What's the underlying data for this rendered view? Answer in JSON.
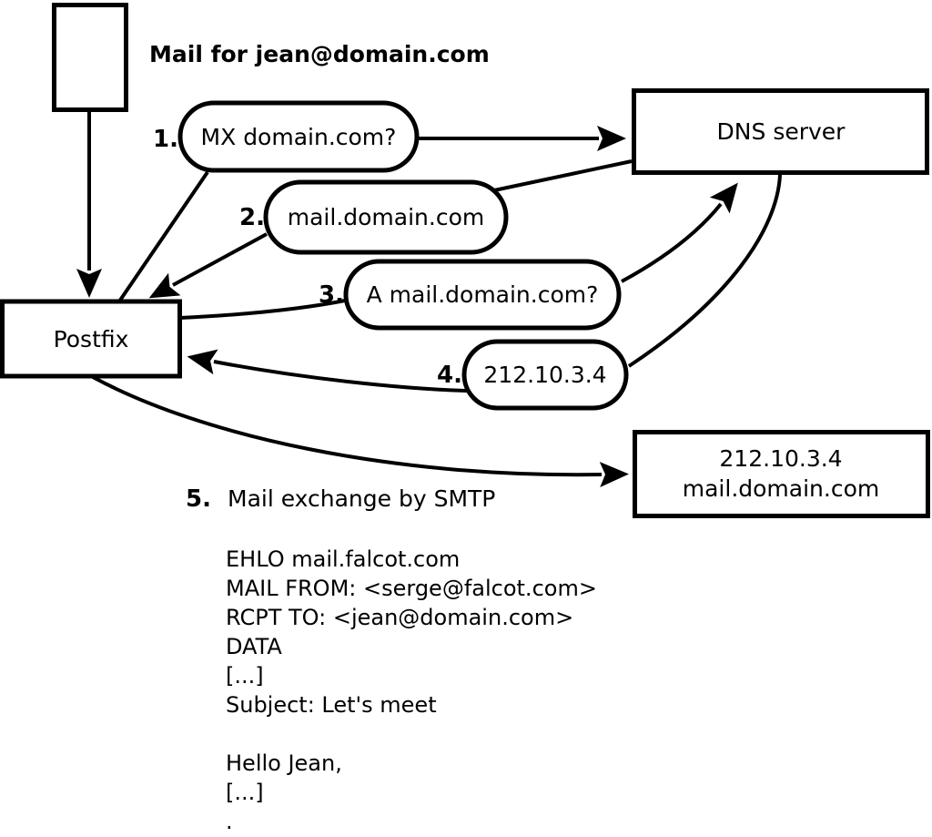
{
  "title": {
    "text": "Mail for jean@domain.com"
  },
  "nodes": {
    "postfix": {
      "label": "Postfix"
    },
    "dns": {
      "label": "DNS server"
    },
    "mailserver": {
      "line1": "212.10.3.4",
      "line2": "mail.domain.com"
    }
  },
  "steps": [
    {
      "num": "1.",
      "label": "MX domain.com?"
    },
    {
      "num": "2.",
      "label": "mail.domain.com"
    },
    {
      "num": "3.",
      "label": "A mail.domain.com?"
    },
    {
      "num": "4.",
      "label": "212.10.3.4"
    },
    {
      "num": "5.",
      "label": "Mail exchange by SMTP"
    }
  ],
  "smtp_session": {
    "lines": [
      "EHLO mail.falcot.com",
      "MAIL FROM: <serge@falcot.com>",
      "RCPT TO: <jean@domain.com>",
      "DATA",
      "[...]",
      "Subject: Let's meet",
      "",
      "Hello Jean,",
      "[...]",
      "."
    ]
  },
  "colors": {
    "stroke": "#000000",
    "background": "#ffffff"
  }
}
